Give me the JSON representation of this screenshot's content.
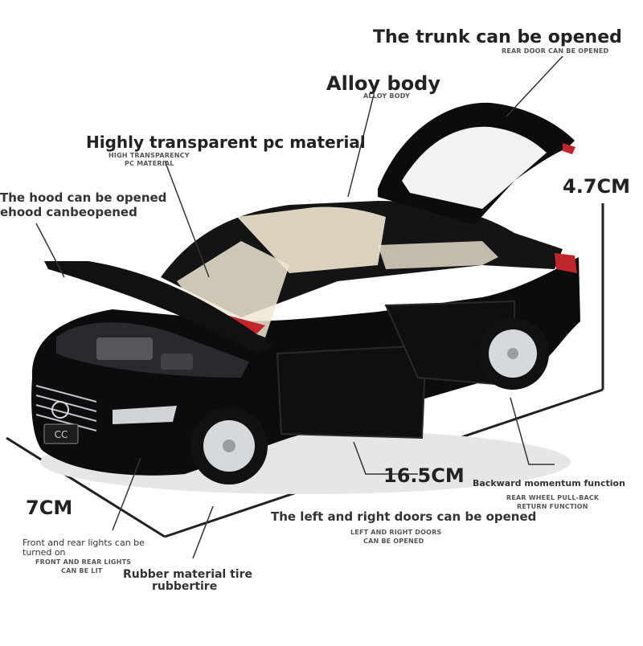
{
  "colors": {
    "car_body": "#0c0c0e",
    "interior": "#efe6d2",
    "accent_red": "#c2262d",
    "rim": "#d6d9dc"
  },
  "labels": {
    "trunk_en": "The trunk can be opened",
    "trunk_sub": "REAR DOOR CAN BE OPENED",
    "alloy_en": "Alloy body",
    "alloy_sub": "ALLOY BODY",
    "pc_en": "Highly transparent pc material",
    "pc_sub_1": "HIGH TRANSPARENCY",
    "pc_sub_2": "PC MATERIAL",
    "hood_en": "The hood can be opened",
    "hood_sub": "ehood canbeopened",
    "height": "4.7CM",
    "length": "16.5CM",
    "width": "7CM",
    "pullback_en": "Backward momentum function",
    "pullback_sub_1": "REAR WHEEL PULL-BACK",
    "pullback_sub_2": "RETURN FUNCTION",
    "doors_en": "The left and right doors can be opened",
    "doors_sub_1": "LEFT AND RIGHT DOORS",
    "doors_sub_2": "CAN BE OPENED",
    "lights_en_1": "Front and rear lights can be",
    "lights_en_2": "turned on",
    "lights_sub_1": "FRONT AND REAR LIGHTS",
    "lights_sub_2": "CAN BE LIT",
    "tire_en_1": "Rubber material tire",
    "tire_en_2": "rubbertire",
    "plate": "CC"
  }
}
